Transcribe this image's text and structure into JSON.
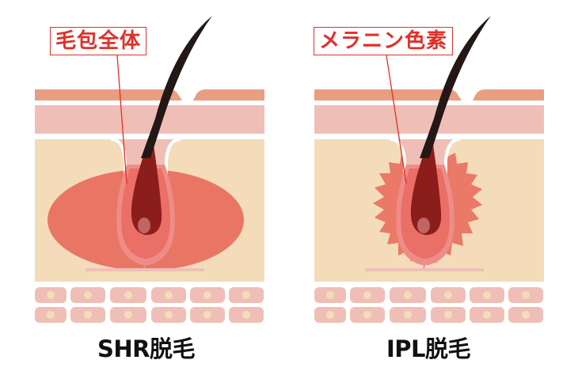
{
  "panels": [
    {
      "id": "shr",
      "callout": "毛包全体",
      "caption": "SHR脱毛",
      "heat_shape": "ellipse"
    },
    {
      "id": "ipl",
      "callout": "メラニン色素",
      "caption": "IPL脱毛",
      "heat_shape": "starburst"
    }
  ],
  "colors": {
    "epidermis_top": "#e89e80",
    "dermis_upper": "#efbfb7",
    "dermis_lower": "#f4dcbb",
    "cell": "#efbfb7",
    "cell_nucleus": "#f4dcbb",
    "heat": "#e8705f",
    "hair": "#231815",
    "bulb": "#8b1e1a",
    "papilla": "#c06464",
    "callout_red": "#e0302a"
  }
}
